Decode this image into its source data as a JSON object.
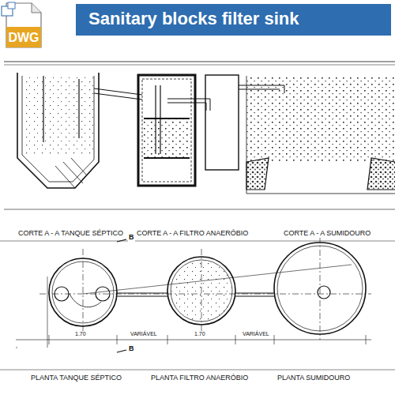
{
  "diagram": {
    "title": "Sanitary blocks filter sink",
    "nodes": [
      {
        "text": [
          "DWG"
        ]
      }
    ],
    "labels": [
      "CORTE A - A TANQUE SÉPTICO",
      "CORTE A - A FILTRO ANAERÓBIO",
      "CORTE A - A SUMIDOURO",
      "B",
      "B",
      "1.70",
      "VARIÁVEL",
      "1.70",
      "VARIÁVEL",
      "PLANTA TANQUE SÉPTICO",
      "PLANTA FILTRO ANAERÓBIO",
      "PLANTA SUMIDOURO"
    ]
  }
}
